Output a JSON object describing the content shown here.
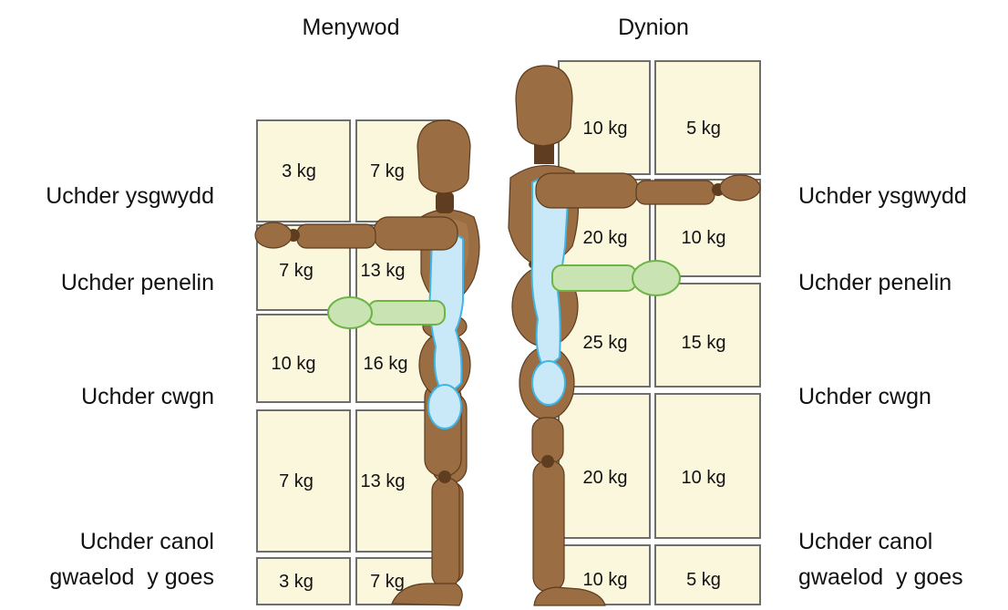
{
  "headers": {
    "women": "Menywod",
    "men": "Dynion"
  },
  "levels": [
    {
      "key": "shoulder",
      "label": "Uchder ysgwydd"
    },
    {
      "key": "elbow",
      "label": "Uchder penelin"
    },
    {
      "key": "knuckle",
      "label": "Uchder cwgn"
    },
    {
      "key": "lowerleg",
      "label_line1": "Uchder canol",
      "label_line2": "gwaelod  y goes"
    }
  ],
  "women_weights": {
    "row1": {
      "far": "3 kg",
      "close": "7 kg"
    },
    "row2": {
      "far": "7 kg",
      "close": "13 kg"
    },
    "row3": {
      "far": "10 kg",
      "close": "16 kg"
    },
    "row4": {
      "far": "7 kg",
      "close": "13 kg"
    },
    "row5": {
      "far": "3 kg",
      "close": "7 kg"
    }
  },
  "men_weights": {
    "row1": {
      "close": "10 kg",
      "far": "5 kg"
    },
    "row2": {
      "close": "20 kg",
      "far": "10 kg"
    },
    "row3": {
      "close": "25 kg",
      "far": "15 kg"
    },
    "row4": {
      "close": "20 kg",
      "far": "10 kg"
    },
    "row5": {
      "close": "10 kg",
      "far": "5 kg"
    }
  },
  "colors": {
    "box_fill": "#fbf7dc",
    "box_stroke": "#6e6e6e",
    "wood": "#9b6d43",
    "upper_arm_highlight": "#c9e9f8",
    "forearm_highlight": "#c9e4b2"
  }
}
